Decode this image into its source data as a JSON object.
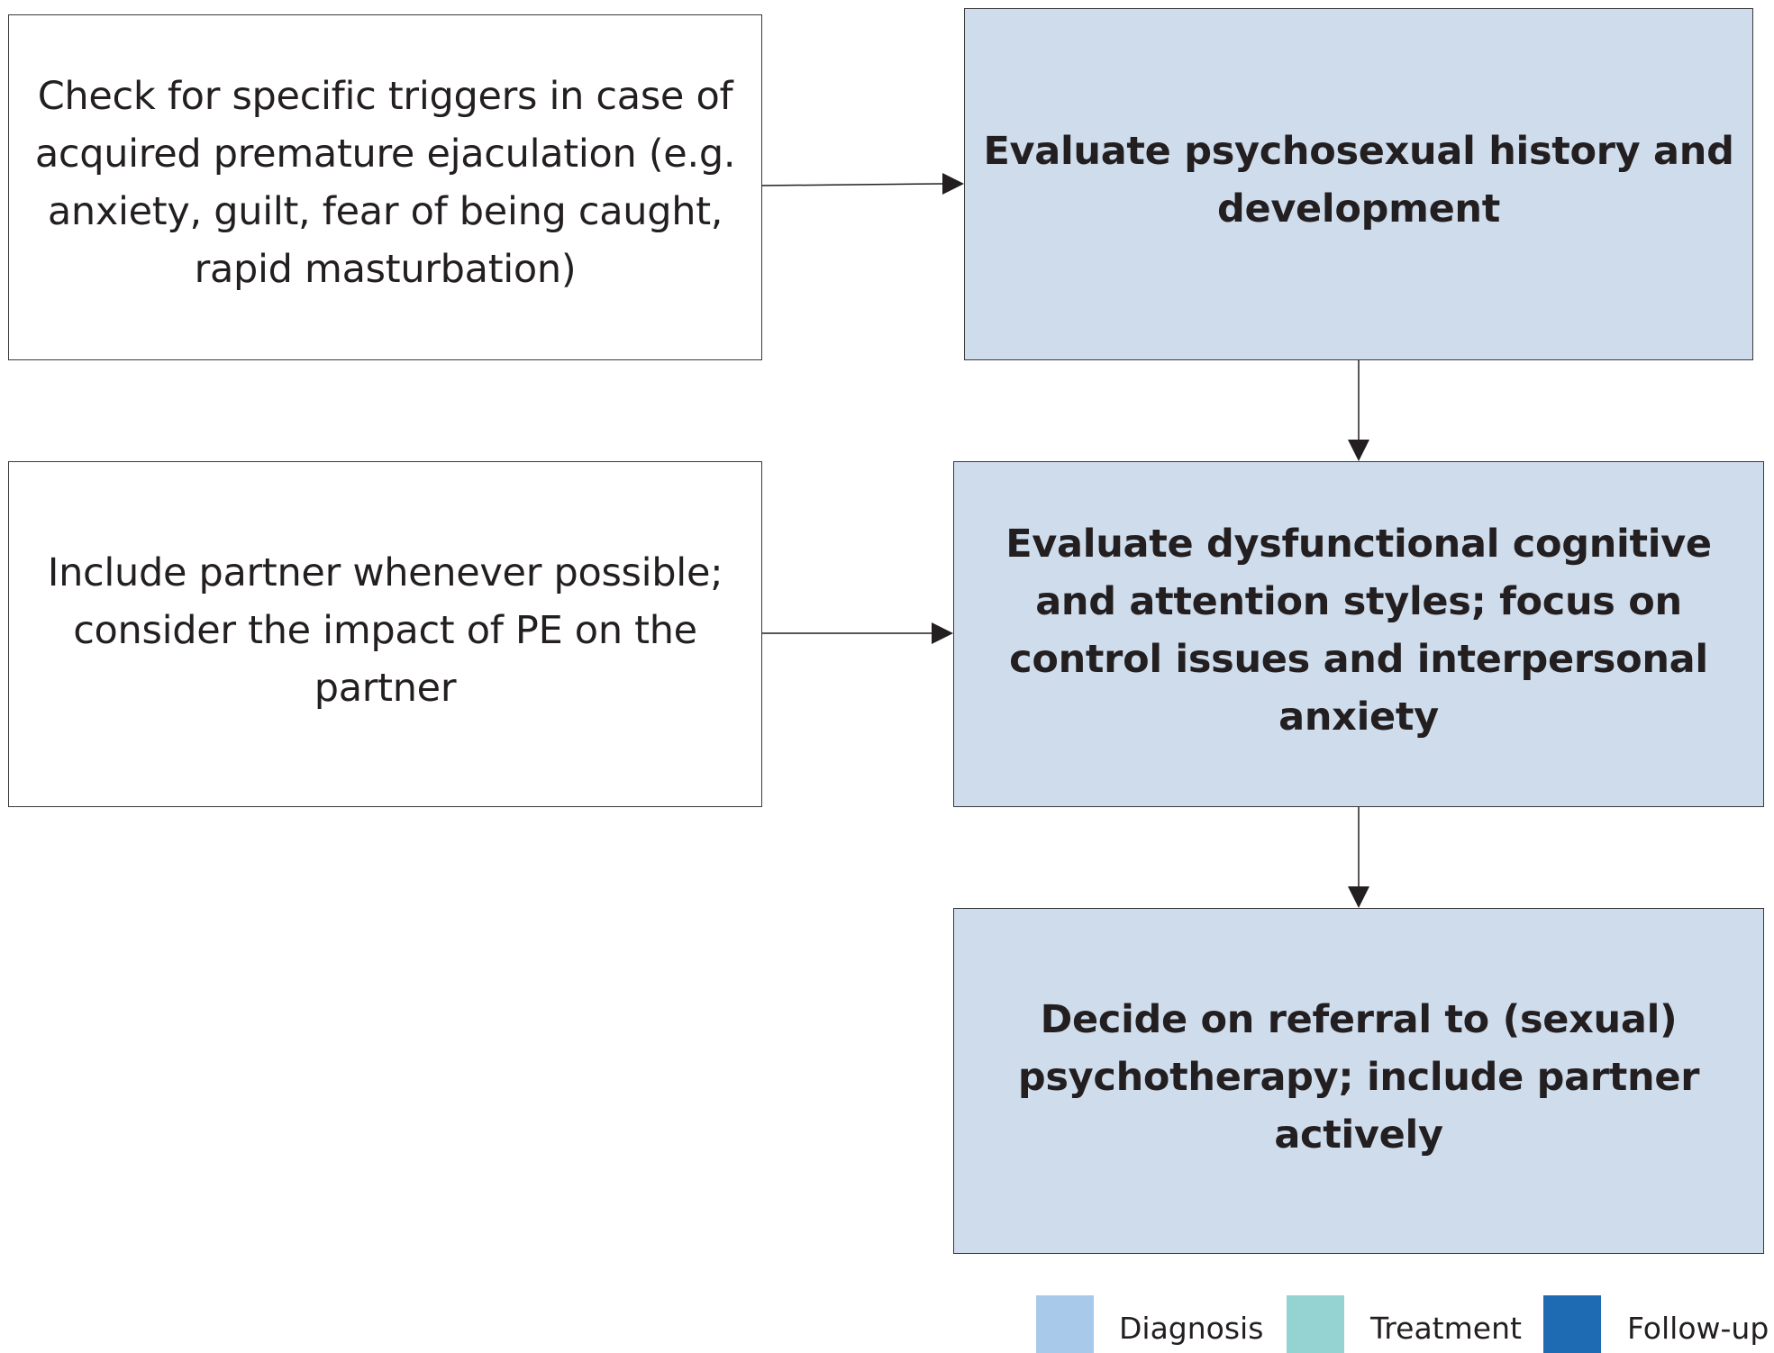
{
  "boxes": {
    "triggers": {
      "text": "Check for specific triggers in case of acquired premature ejaculation (e.g. anxiety, guilt, fear of being caught, rapid masturbation)"
    },
    "partner": {
      "text": "Include partner whenever possible; consider the impact of PE on the partner"
    },
    "history": {
      "text": "Evaluate psychosexual history and development"
    },
    "cognitive": {
      "text": "Evaluate dysfunctional cognitive and attention styles; focus on control issues and interpersonal anxiety"
    },
    "referral": {
      "text": "Decide on referral to (sexual) psychotherapy; include partner actively"
    }
  },
  "edges": [
    {
      "from": "triggers",
      "to": "history"
    },
    {
      "from": "history",
      "to": "cognitive"
    },
    {
      "from": "partner",
      "to": "cognitive"
    },
    {
      "from": "cognitive",
      "to": "referral"
    }
  ],
  "legend": {
    "items": [
      {
        "label": "Diagnosis",
        "color": "#a9c9eb"
      },
      {
        "label": "Treatment",
        "color": "#94d3d1"
      },
      {
        "label": "Follow-up",
        "color": "#1e6ab3"
      }
    ]
  },
  "colors": {
    "diagnosis_box_fill": "#cfdcec",
    "plain_box_fill": "#ffffff",
    "line": "#231f20"
  }
}
